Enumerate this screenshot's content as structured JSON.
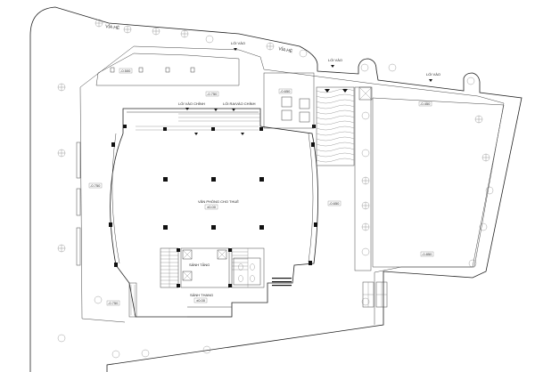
{
  "labels": {
    "via_he": "VỈA HÈ",
    "entrance_1": "LỐI VÀO",
    "entrance_2": "LỐI VÀO",
    "entrance_3": "LỐI VÀO",
    "entrance_main": "LỐI VÀO CHÍNH",
    "exit_main": "LỐI RA/VÀO CHÍNH",
    "main_hall": "VĂN PHÒNG CHO THUÊ",
    "elevator_lobby": "SẢNH THANG",
    "stair_hall": "SẢNH TẦNG"
  },
  "levels": {
    "top_left": "-0.500",
    "top_middle": "-0.750",
    "top_right": "-0.650",
    "hall": "±0.00",
    "left_side": "-0.750",
    "bottom_left": "-0.750",
    "stair": "±0.00",
    "right_parking": "-0.650",
    "right_upper": "-0.450",
    "right_lower": "-0.850"
  }
}
